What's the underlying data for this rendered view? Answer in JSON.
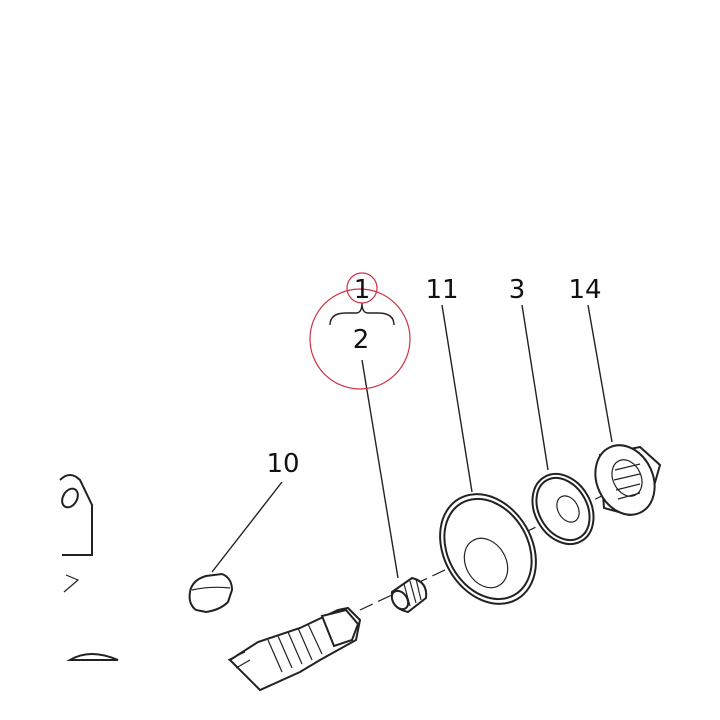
{
  "labels": {
    "assembly": "1",
    "set_screw": "2",
    "washer": "11",
    "spacer": "3",
    "nut": "14",
    "key": "10"
  },
  "colors": {
    "line": "#222222",
    "highlight": "#cc3344"
  }
}
